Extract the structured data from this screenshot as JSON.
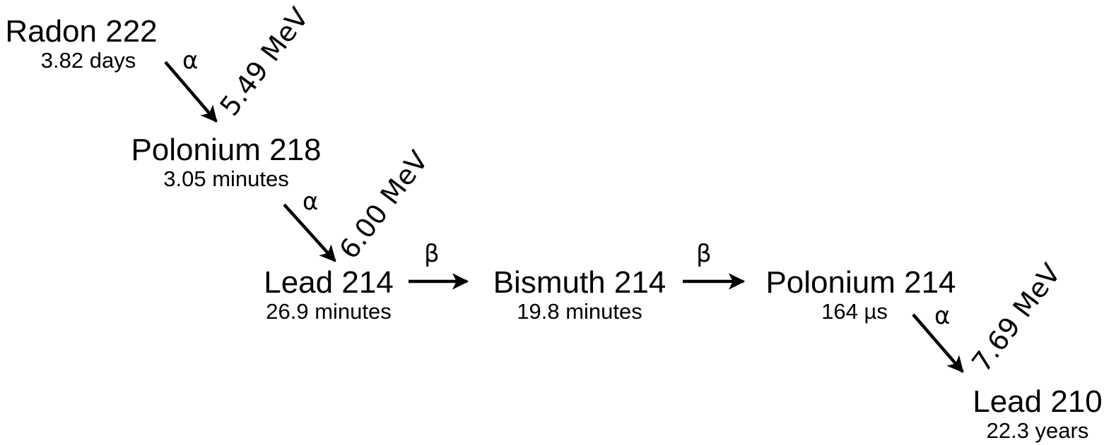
{
  "nodes": [
    {
      "name": "Radon 222",
      "half_life": "3.82 days"
    },
    {
      "name": "Polonium 218",
      "half_life": "3.05 minutes"
    },
    {
      "name": "Lead 214",
      "half_life": "26.9 minutes"
    },
    {
      "name": "Bismuth 214",
      "half_life": "19.8 minutes"
    },
    {
      "name": "Polonium 214",
      "half_life": "164 µs"
    },
    {
      "name": "Lead 210",
      "half_life": "22.3 years"
    }
  ],
  "decays": [
    {
      "type": "α",
      "energy": "5.49 MeV"
    },
    {
      "type": "α",
      "energy": "6.00 MeV"
    },
    {
      "type": "β",
      "energy": ""
    },
    {
      "type": "β",
      "energy": ""
    },
    {
      "type": "α",
      "energy": "7.69 MeV"
    }
  ]
}
